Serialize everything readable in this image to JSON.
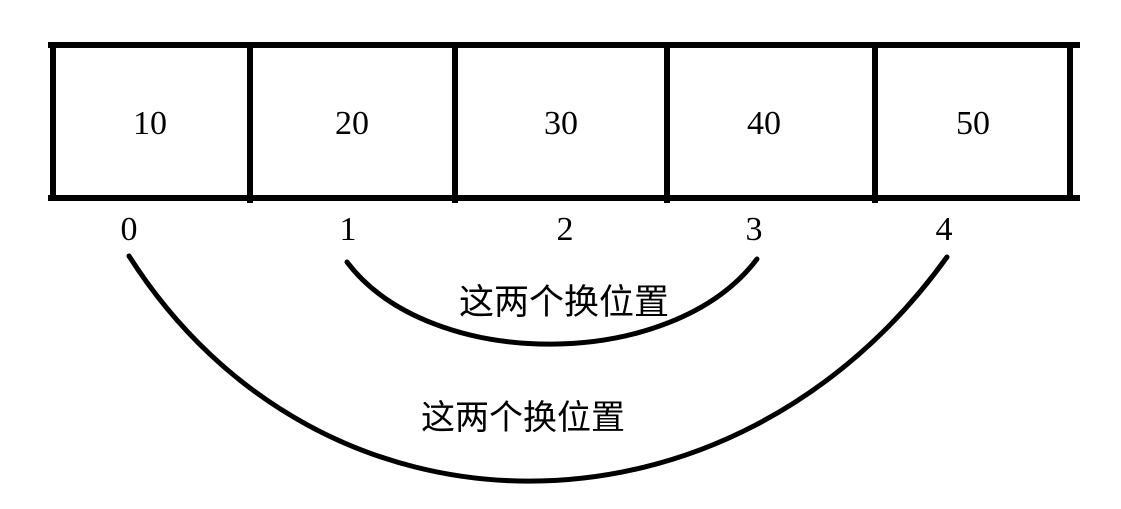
{
  "diagram": {
    "type": "array-swap-diagram",
    "background_color": "#ffffff",
    "line_color": "#000000",
    "text_color": "#000000",
    "array": {
      "cells": [
        {
          "value": "10",
          "index_label": "0"
        },
        {
          "value": "20",
          "index_label": "1"
        },
        {
          "value": "30",
          "index_label": "2"
        },
        {
          "value": "40",
          "index_label": "3"
        },
        {
          "value": "50",
          "index_label": "4"
        }
      ]
    },
    "swap_annotations": {
      "inner": {
        "label": "这两个换位置",
        "connects_from_index": "1",
        "connects_to_index": "3"
      },
      "outer": {
        "label": "这两个换位置",
        "connects_from_index": "0",
        "connects_to_index": "4"
      }
    }
  }
}
